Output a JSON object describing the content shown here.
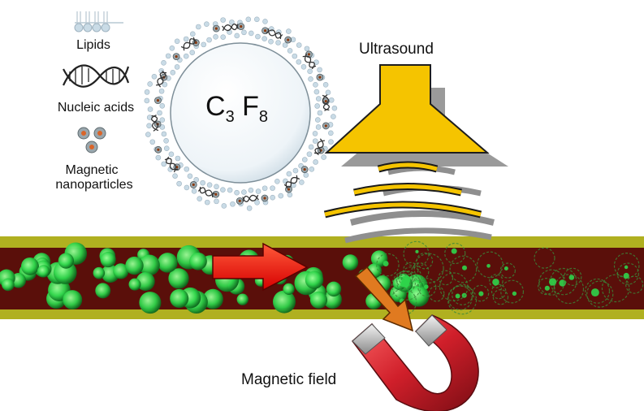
{
  "legend": {
    "lipids_label": "Lipids",
    "nucleic_acids_label": "Nucleic acids",
    "nanoparticles_label_line1": "Magnetic",
    "nanoparticles_label_line2": "nanoparticles"
  },
  "microbubble": {
    "gas_element_1": "C",
    "gas_subscript_1": "3",
    "gas_element_2": "F",
    "gas_subscript_2": "8"
  },
  "ultrasound_label": "Ultrasound",
  "magnetic_field_label": "Magnetic field",
  "colors": {
    "transducer": "#f5c400",
    "vessel_wall": "#b0b020",
    "vessel_lumen": "#5a0f0a",
    "cells": "#2fd44a",
    "flow_arrow": "#ee1111",
    "magnet_arrow": "#e07a20",
    "magnet": "#c8202a",
    "lipid_heads": "#c9dbe6",
    "nanoparticle": "#8a6a50"
  },
  "icons": [
    "lipid-icon",
    "dna-icon",
    "nanoparticle-icon",
    "ultrasound-transducer-icon",
    "magnet-icon",
    "flow-arrow-icon"
  ]
}
